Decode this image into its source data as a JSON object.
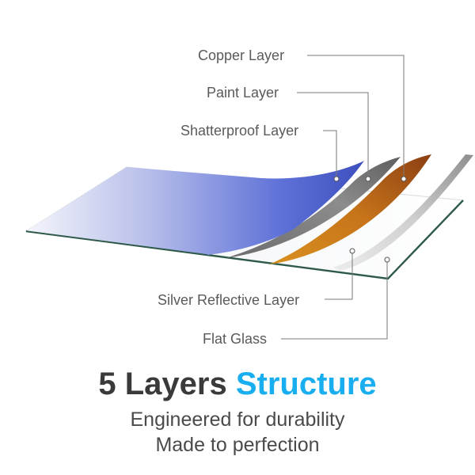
{
  "labels": {
    "copper": "Copper Layer",
    "paint": "Paint Layer",
    "shatterproof": "Shatterproof Layer",
    "silver": "Silver Reflective Layer",
    "glass": "Flat Glass"
  },
  "headline": {
    "count": "5 Layers",
    "accent": "Structure"
  },
  "tagline": {
    "line1": "Engineered for durability",
    "line2": "Made to perfection"
  },
  "colors": {
    "accent": "#19aef0",
    "shatterproof": "#5b6fd4",
    "paint": "#7a7a7a",
    "copper": "#d17a1a",
    "silver": "#c9c9c9",
    "glass_edge": "#2f5a4a"
  }
}
